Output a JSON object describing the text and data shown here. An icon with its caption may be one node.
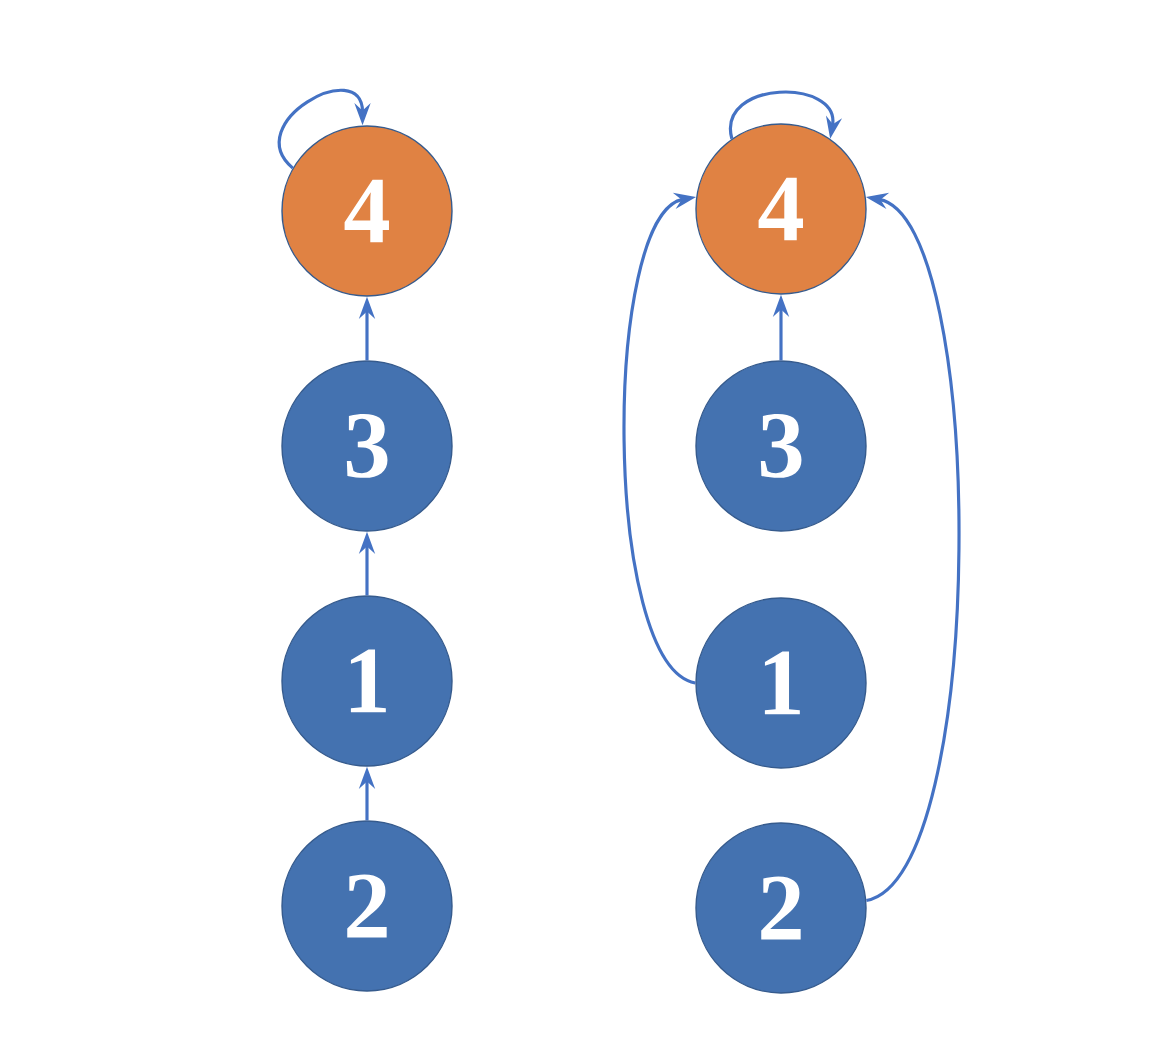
{
  "diagram": {
    "nodes": [
      {
        "text": [
          "4"
        ]
      },
      {
        "text": [
          "3"
        ]
      },
      {
        "text": [
          "1"
        ]
      },
      {
        "text": [
          "2"
        ]
      },
      {
        "text": [
          "4"
        ]
      },
      {
        "text": [
          "3"
        ]
      },
      {
        "text": [
          "1"
        ]
      },
      {
        "text": [
          "2"
        ]
      }
    ],
    "edges": [
      {
        "from": 0,
        "to": 0,
        "arrow": "to"
      },
      {
        "from": 1,
        "to": 0,
        "arrow": "to"
      },
      {
        "from": 2,
        "to": 1,
        "arrow": "to"
      },
      {
        "from": 3,
        "to": 2,
        "arrow": "to"
      },
      {
        "from": 4,
        "to": 4,
        "arrow": "to"
      },
      {
        "from": 5,
        "to": 4,
        "arrow": "to"
      },
      {
        "from": 6,
        "to": 4,
        "arrow": "to"
      },
      {
        "from": 7,
        "to": 4,
        "arrow": "to"
      }
    ]
  }
}
